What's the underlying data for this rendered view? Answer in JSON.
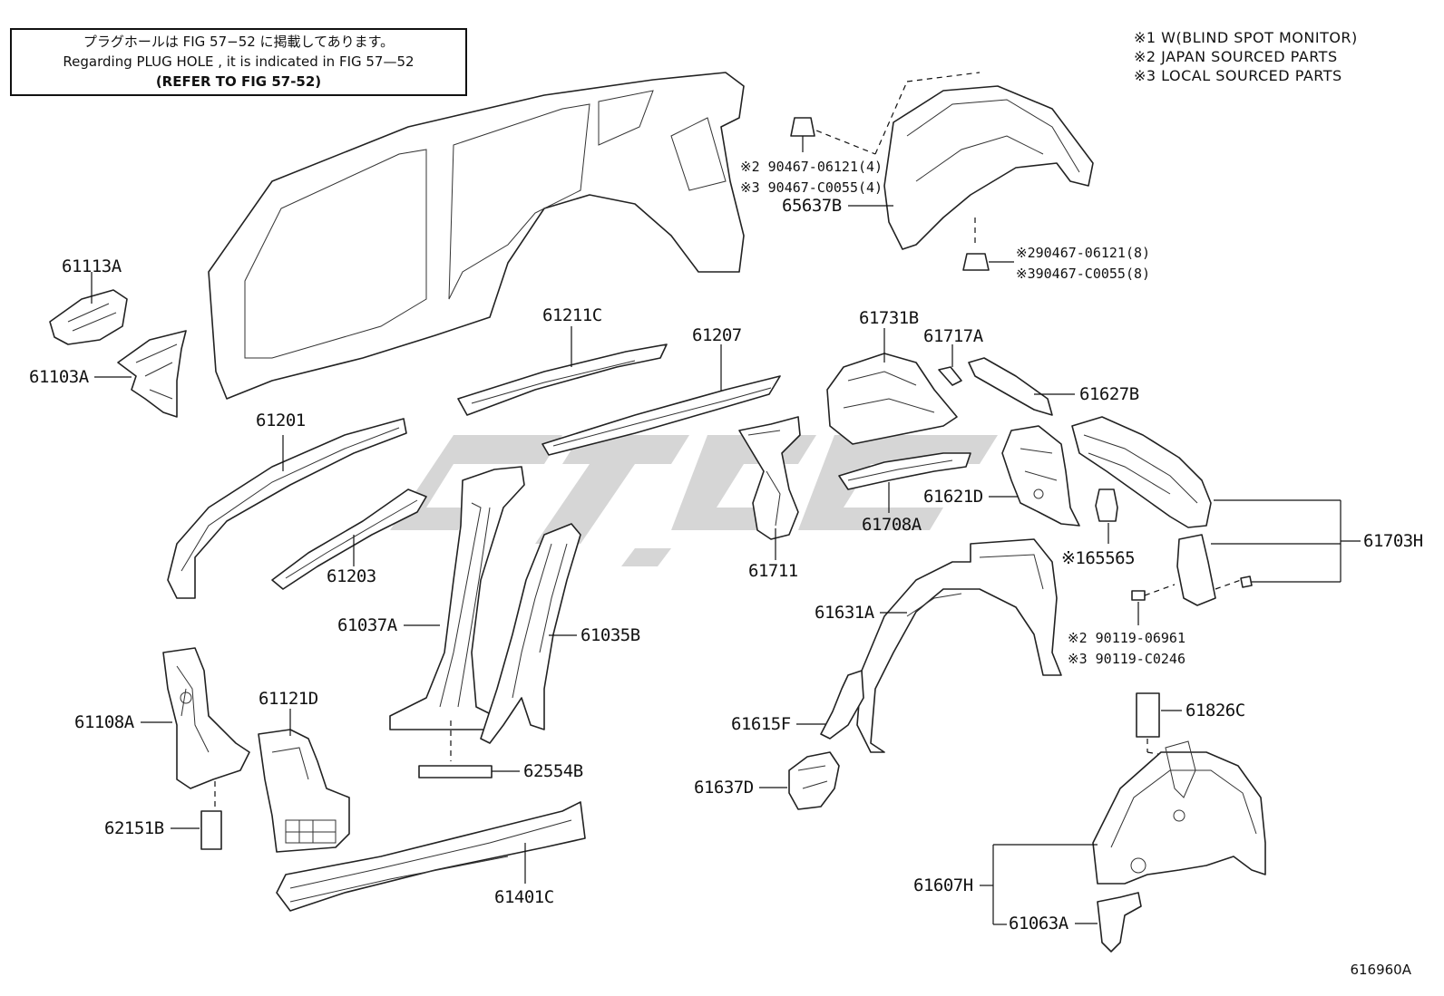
{
  "note": {
    "line1": "プラグホールは FIG 57−52 に掲載してあります。",
    "line2": "Regarding  PLUG  HOLE , it is indicated in  FIG  57—52",
    "line3": "(REFER TO FIG 57-52)"
  },
  "legend": [
    "※1 W(BLIND SPOT MONITOR)",
    "※2 JAPAN SOURCED PARTS",
    "※3 LOCAL SOURCED PARTS"
  ],
  "figure_number": "616960A",
  "parts": {
    "p61113A": "61113A",
    "p61103A": "61103A",
    "p61201": "61201",
    "p61211C": "61211C",
    "p61207": "61207",
    "p61203": "61203",
    "p61037A": "61037A",
    "p61035B": "61035B",
    "p61108A": "61108A",
    "p61121D": "61121D",
    "p62554B": "62554B",
    "p62151B": "62151B",
    "p61401C": "61401C",
    "p65637B": "65637B",
    "p61731B": "61731B",
    "p61717A": "61717A",
    "p61627B": "61627B",
    "p61711": "61711",
    "p61708A": "61708A",
    "p61621D": "61621D",
    "p65565": "※165565",
    "p61703H": "61703H",
    "p61631A": "61631A",
    "p61615F": "61615F",
    "p61637D": "61637D",
    "p61826C": "61826C",
    "p61607H": "61607H",
    "p61063A": "61063A"
  },
  "fasteners": {
    "clip_top_2": "※2 90467-06121(4)",
    "clip_top_3": "※3 90467-C0055(4)",
    "clip_bot_2": "※290467-06121(8)",
    "clip_bot_3": "※390467-C0055(8)",
    "bolt_2": "※2 90119-06961",
    "bolt_3": "※3 90119-C0246"
  }
}
